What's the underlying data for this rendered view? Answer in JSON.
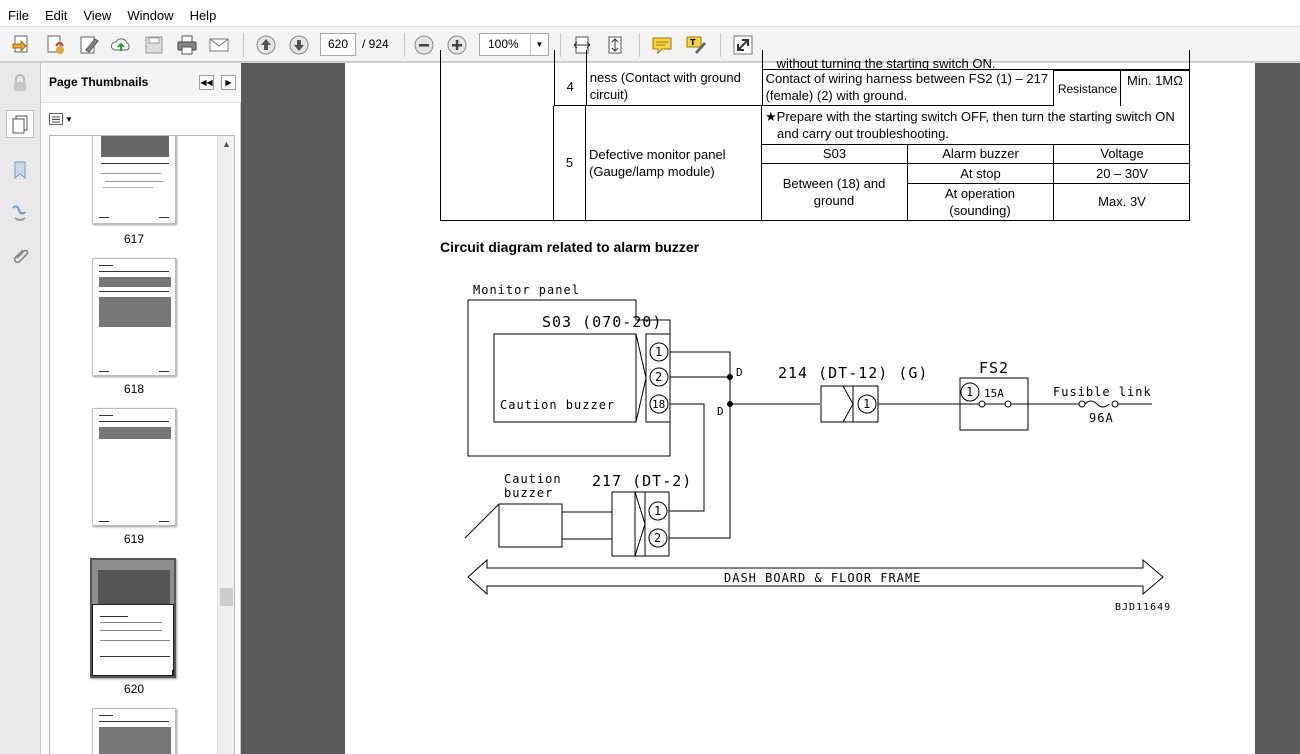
{
  "menu": [
    "File",
    "Edit",
    "View",
    "Window",
    "Help"
  ],
  "toolbar": {
    "current_page": "620",
    "page_total": "/ 924",
    "zoom": "100%"
  },
  "thumbnails": {
    "title": "Page Thumbnails",
    "pages": [
      "617",
      "618",
      "619",
      "620"
    ]
  },
  "table": {
    "top_cut_text": "without turning the starting switch ON.",
    "row4": {
      "num": "4",
      "cause": "ness (Contact with ground circuit)",
      "check": "Contact of wiring harness between FS2 (1) – 217 (female) (2) with ground.",
      "item": "Resistance",
      "value": "Min. 1MΩ"
    },
    "row5": {
      "num": "5",
      "cause": "Defective monitor panel (Gauge/lamp module)",
      "note": "★Prepare with the starting switch OFF, then turn the starting switch ON and carry out troubleshooting.",
      "h1": "S03",
      "h2": "Alarm buzzer",
      "h3": "Voltage",
      "between": "Between (18) and ground",
      "s1": "At stop",
      "v1": "20 – 30V",
      "s2": "At operation (sounding)",
      "v2": "Max. 3V"
    }
  },
  "section_title": "Circuit diagram related to alarm buzzer",
  "diagram": {
    "monitor_panel": "Monitor panel",
    "s03": "S03 (070-20)",
    "caution_buzzer_internal": "Caution buzzer",
    "pin1": "1",
    "pin2": "2",
    "pin18": "18",
    "d_label": "D",
    "c214": "214 (DT-12) (G)",
    "fs2": "FS2",
    "amp": "15A",
    "fusible": "Fusible link",
    "amp96": "96A",
    "caution1": "Caution",
    "caution2": "buzzer",
    "c217": "217 (DT-2)",
    "dash": "DASH BOARD & FLOOR FRAME",
    "code": "BJD11649"
  }
}
